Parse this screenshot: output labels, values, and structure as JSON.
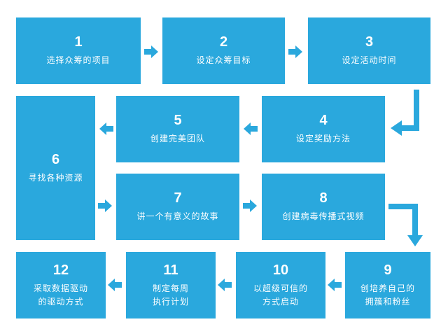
{
  "diagram": {
    "colors": {
      "box": "#2aa8dd",
      "arrow": "#2aa8dd",
      "text": "#ffffff"
    },
    "steps": [
      {
        "num": "1",
        "label": "选择众筹的项目"
      },
      {
        "num": "2",
        "label": "设定众筹目标"
      },
      {
        "num": "3",
        "label": "设定活动时间"
      },
      {
        "num": "4",
        "label": "设定奖励方法"
      },
      {
        "num": "5",
        "label": "创建完美团队"
      },
      {
        "num": "6",
        "label": "寻找各种资源"
      },
      {
        "num": "7",
        "label": "讲一个有意义的故事"
      },
      {
        "num": "8",
        "label": "创建病毒传播式视频"
      },
      {
        "num": "9",
        "label": "创培养自己的\n拥簇和粉丝"
      },
      {
        "num": "10",
        "label": "以超级可信的\n方式启动"
      },
      {
        "num": "11",
        "label": "制定每周\n执行计划"
      },
      {
        "num": "12",
        "label": "采取数据驱动\n的驱动方式"
      }
    ]
  }
}
